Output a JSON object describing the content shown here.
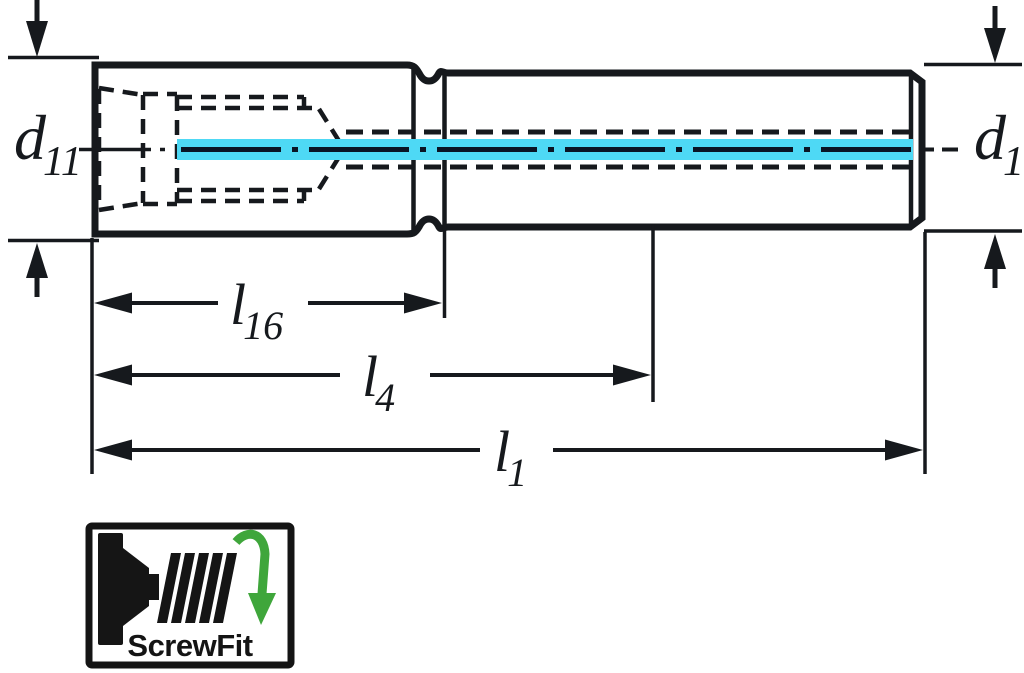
{
  "drawing": {
    "labels": {
      "d11": {
        "base": "d",
        "sub": "11"
      },
      "d1": {
        "base": "d",
        "sub": "1"
      },
      "l16": {
        "base": "l",
        "sub": "16"
      },
      "l4": {
        "base": "l",
        "sub": "4"
      },
      "l1": {
        "base": "l",
        "sub": "1"
      }
    },
    "colors": {
      "outline": "#16191d",
      "body_fill": "#d7dbde",
      "coolant_highlight": "#4ed9f5",
      "centerline": "#0a1424"
    }
  },
  "logo": {
    "label": "ScrewFit",
    "icon_color": "#151515",
    "arrow_color": "#3fa63b"
  }
}
